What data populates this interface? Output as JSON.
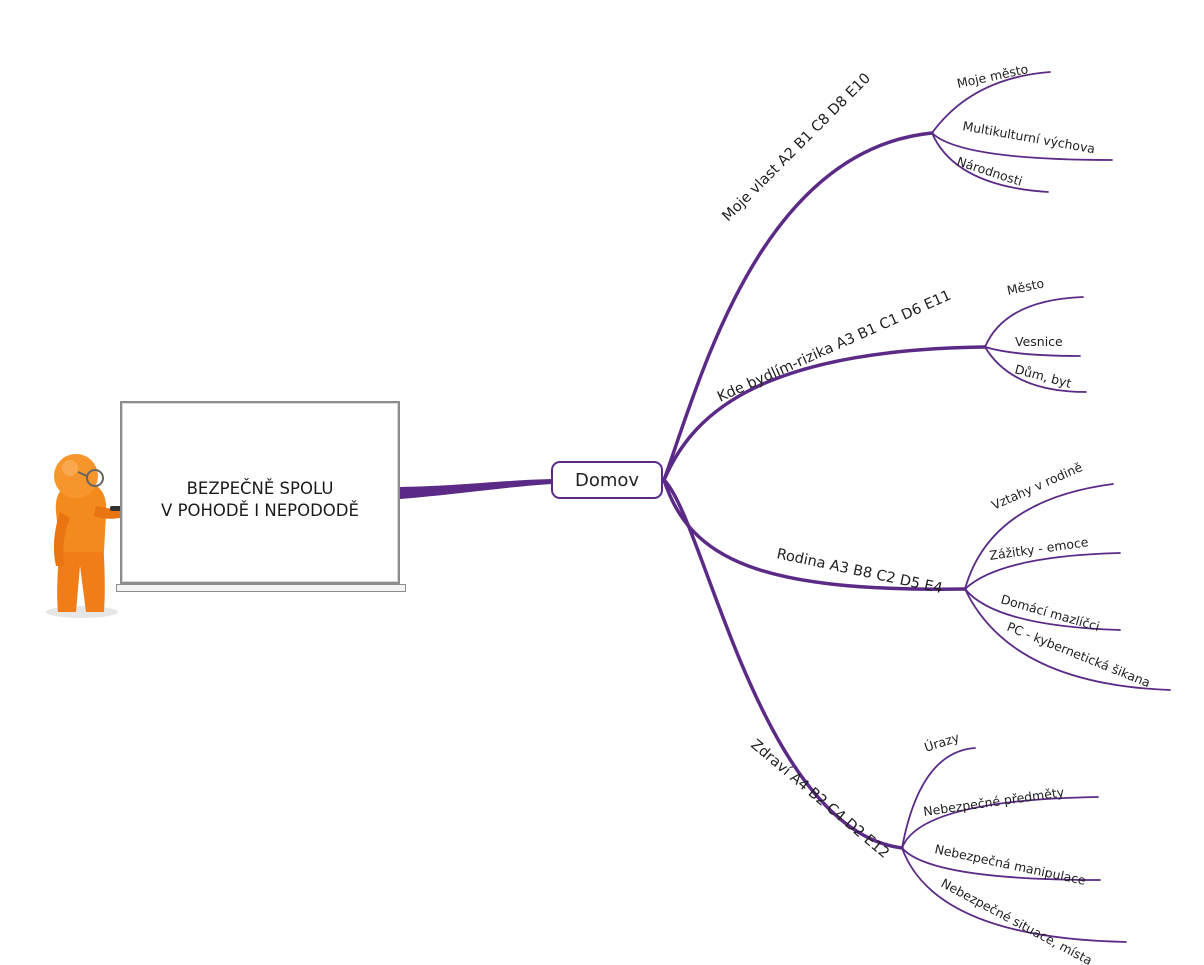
{
  "diagram": {
    "type": "mind-map",
    "accent_color": "#5b2a86",
    "root": {
      "label": "Domov"
    },
    "board": {
      "line1": "BEZPEČNĚ SPOLU",
      "line2": "V POHODĚ I NEPODODĚ",
      "figure": "teacher-figure-icon"
    },
    "branches": [
      {
        "label": "Moje vlast A2 B1 C8 D8 E10",
        "children": [
          "Moje město",
          "Multikulturní výchova",
          "Národnosti"
        ]
      },
      {
        "label": "Kde bydlím-rizika A3 B1 C1 D6 E11",
        "children": [
          "Město",
          "Vesnice",
          "Dům, byt"
        ]
      },
      {
        "label": "Rodina A3 B8 C2 D5 E4",
        "children": [
          "Vztahy v rodině",
          "Zážitky - emoce",
          "Domácí mazlíčci",
          "PC - kybernetická šikana"
        ]
      },
      {
        "label": "Zdraví A4 B2 C4 D2 E12",
        "children": [
          "Úrazy",
          "Nebezpečné předměty",
          "Nebezpečná manipulace",
          "Nebezpečné situace, místa"
        ]
      }
    ]
  }
}
